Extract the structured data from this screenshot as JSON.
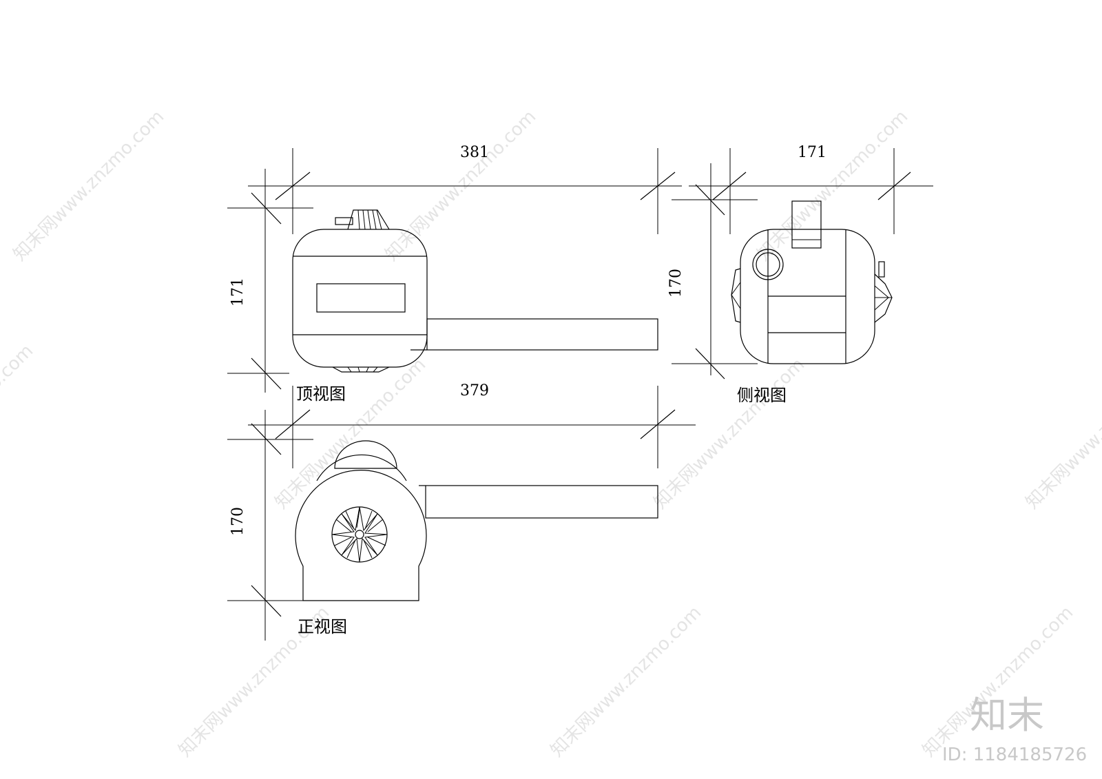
{
  "dimensions": {
    "top_width": "381",
    "top_height": "171",
    "side_width": "171",
    "side_height": "170",
    "front_width": "379",
    "front_height": "170"
  },
  "labels": {
    "top_view": "顶视图",
    "side_view": "侧视图",
    "front_view": "正视图"
  },
  "watermark": {
    "text": "知末网www.znzmo.com",
    "brand_logo": "知末",
    "id_text": "ID: 1184185726"
  }
}
